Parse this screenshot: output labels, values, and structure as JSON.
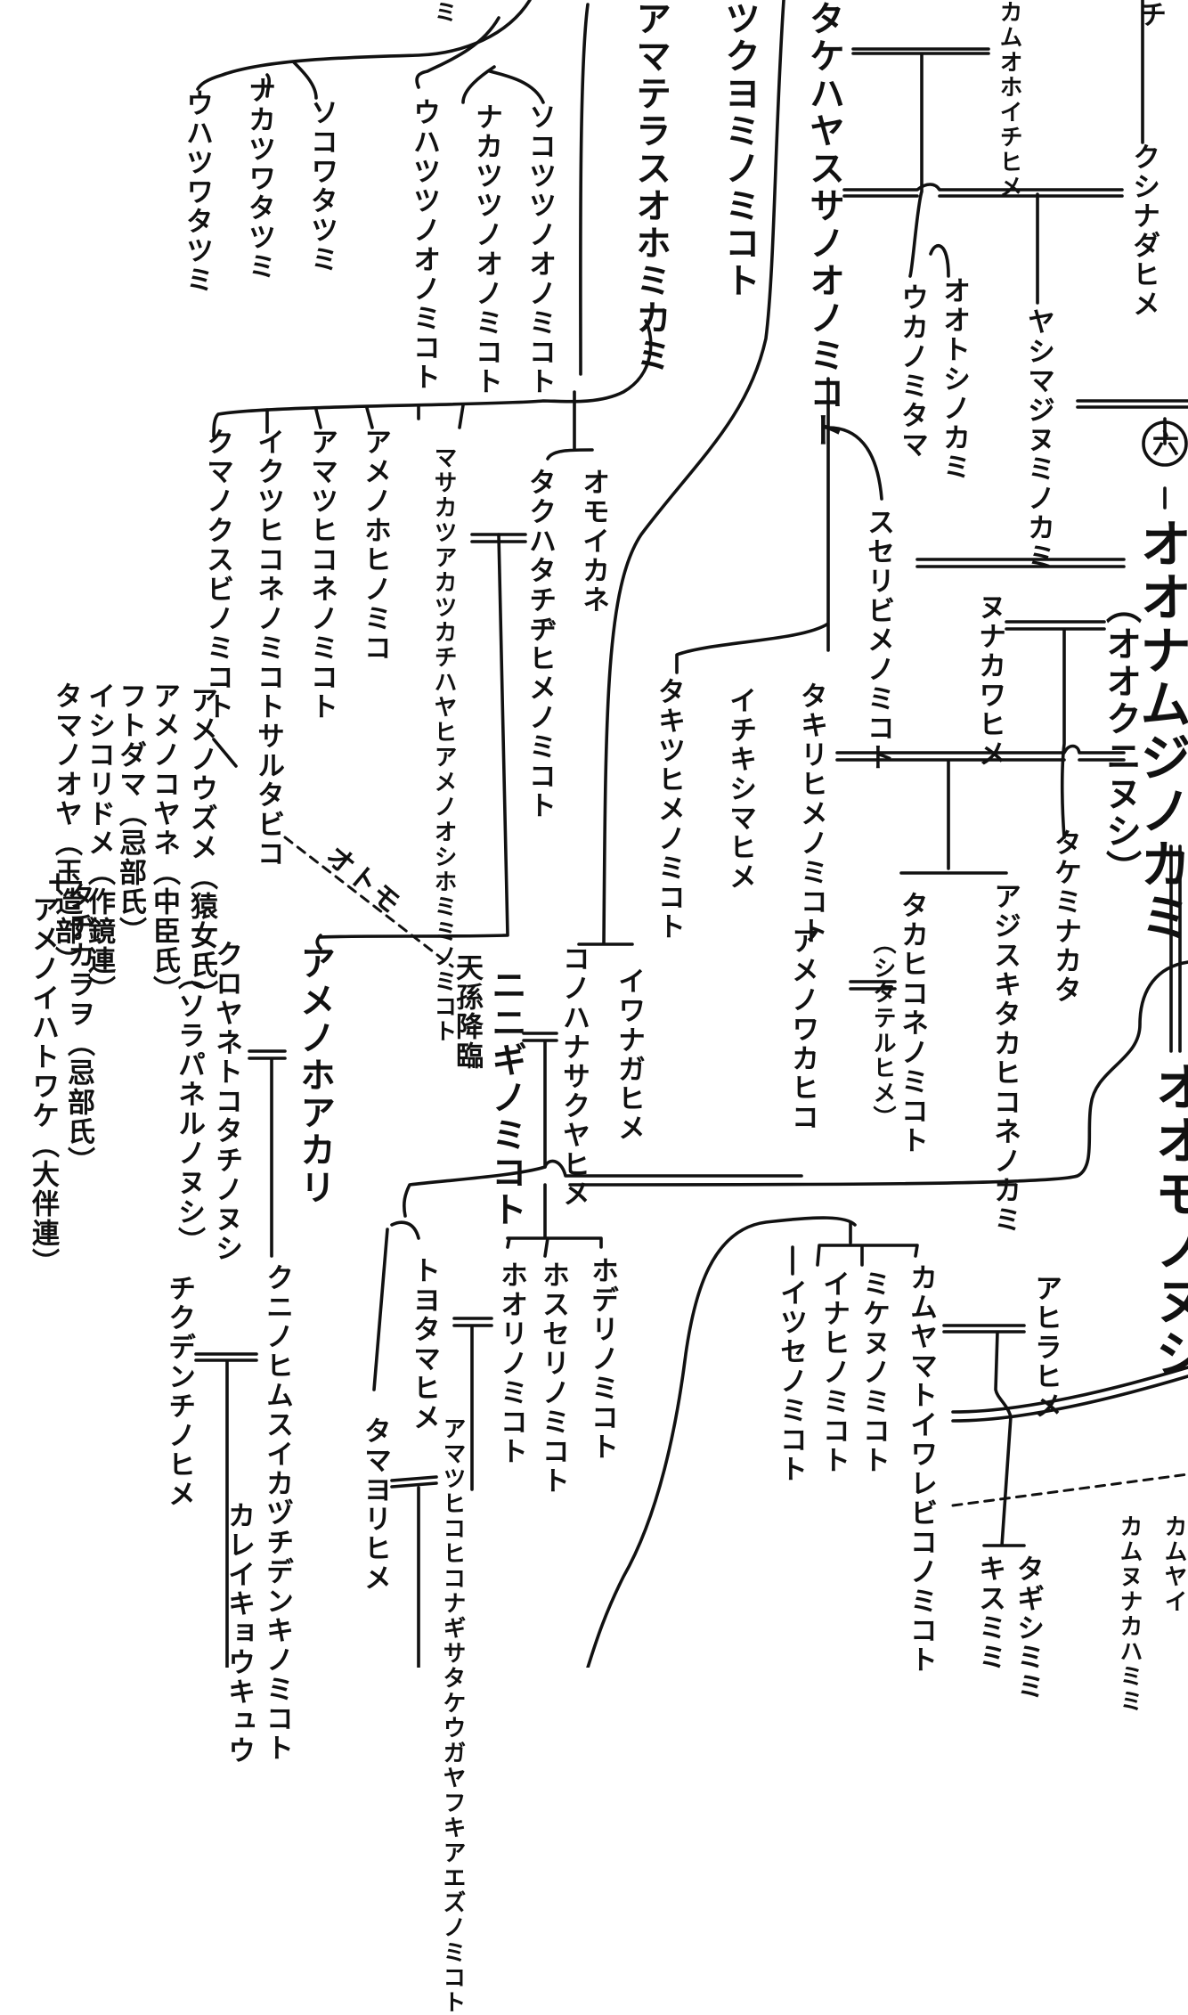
{
  "names": {
    "top_partial": "ミ",
    "top_right_partial": "チ",
    "uhatsu_watatsumi": "ウハツワタツミ",
    "naka_watatsumi": "ナカツワタツミ",
    "soko_watatsumi": "ソコワタツミ",
    "uwa_tsutsuo": "ウハツツノオノミコト",
    "naka_tsutsuo": "ナカツツノオノミコト",
    "soko_tsutsuo": "ソコツツノオノミコト",
    "amaterasu": "アマテラスオホミカミ",
    "tsukuyomi": "ツクヨミノミコト",
    "susanoo": "タケハヤスサノオノミコト",
    "kamuohoichi": "カムオホイチヒメ",
    "kushinada": "クシナダヒメ",
    "ukanomitama": "ウカノミタマ",
    "otoshi": "オオトシノカミ",
    "yashimajinumi": "ヤシマジヌミノカミ",
    "kumanokusubi": "クマノクスビノミコト",
    "ikutsuhikone": "イクツヒコネノミコト",
    "amatsuhikone": "アマツヒコネノミコト",
    "amenohohi": "アメノホヒノミコ",
    "masakatsu": "マサカツアカツカチハヤヒアメノオシホミミノミコト",
    "takuhatachiji": "タクハタチヂヒメノミコト",
    "omoikane": "オモイカネ",
    "suseri": "スセリビメノミコト",
    "takitsu": "タキツヒメノミコト",
    "ichikishima": "イチキシマヒメ",
    "takiri": "タキリヒメノミコト",
    "circle_number": "六",
    "okuninushi_main": "オオナムジノカミ",
    "okuninushi_alias": "（オオクニヌシ）",
    "nunakawa": "ヌナカワヒメ",
    "takeminakata": "タケミナカタ",
    "uzume": "アメノウズメ（猿女氏）",
    "koyane": "アメノコヤネ（中臣氏）",
    "futodama": "フトダマ（忌部氏）",
    "ishikoridome": "イシコリドメ（作鏡連）",
    "tamanoya": "タマノオヤ（玉造部）",
    "tajikarao": "タヂカラヲ（忌部氏）",
    "amenoiwato": "アメノイハトワケ（大伴連）",
    "plus_sign": "+",
    "sarutabiko": "サルタビコ",
    "otomo": "オトモ",
    "tenson_korin": "天孫降臨",
    "ninigi": "ニニギノミコト",
    "konohanasakuya": "コノハナサクヤヒメ",
    "iwanaga": "イワナガヒメ",
    "amenohoakari": "アメノホアカリ",
    "kuroyane": "クロヤネトコタチノヌシ",
    "kuroyane_alias": "（ソラパネルノヌシ）",
    "amenowakahiko": "アメノワカヒコ",
    "takahikone": "タカヒコネノミコト",
    "takahikone_alias": "（シタテルヒメ）",
    "ajisuki": "アジスキタカヒコネノカミ",
    "omononushi": "オオモノヌシ",
    "toyotama": "トヨタマヒメ",
    "tamayori": "タマヨリヒメ",
    "hoori": "ホオリノミコト",
    "hoseri": "ホスセリノミコト",
    "hoderi": "ホデリノミコト",
    "ugaya": "アマツヒコヒコナギサタケウガヤフキアエズノミコト",
    "kuninohimusu": "クニノヒムスイカヅチデンキノミコト",
    "chikudenchi": "チクデンチノヒメ",
    "karei": "カレイキョウキュウ",
    "itsuse": "イツセノミコト",
    "inahi": "イナヒノミコト",
    "mikenu": "ミケヌノミコト",
    "jimmu": "カムヤマトイワレビコノミコト",
    "ahira": "アヒラヒメ",
    "kisumimi": "キスミミ",
    "tagishimimi": "タギシミミ",
    "kamununakawa": "カムヌナカハミミ",
    "kamuyai": "カムヤイ"
  }
}
